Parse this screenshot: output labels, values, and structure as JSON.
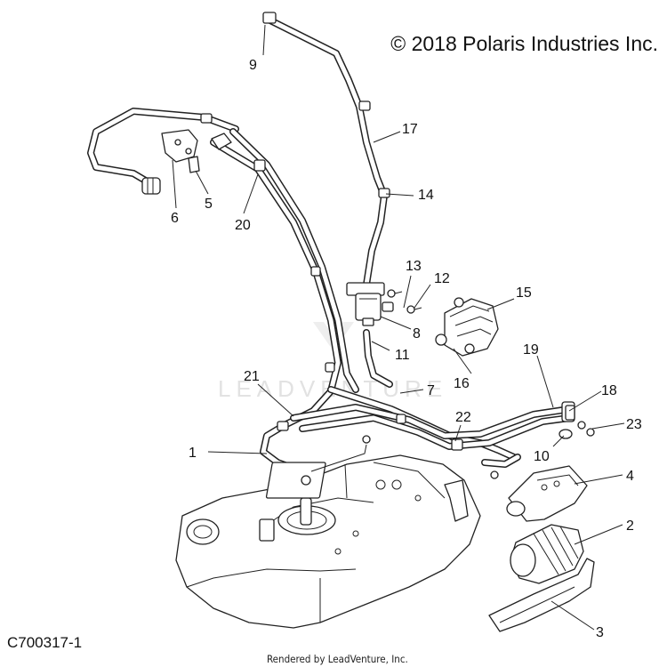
{
  "copyright": "© 2018 Polaris Industries Inc.",
  "diagram_id": "C700317-1",
  "rendered_by": "Rendered by LeadVenture, Inc.",
  "watermark": "LEADVENTURE",
  "callouts": {
    "c1": "1",
    "c2": "2",
    "c3": "3",
    "c4": "4",
    "c5": "5",
    "c6": "6",
    "c7": "7",
    "c8": "8",
    "c9": "9",
    "c10": "10",
    "c11": "11",
    "c12": "12",
    "c13": "13",
    "c14": "14",
    "c15": "15",
    "c16": "16",
    "c17": "17",
    "c18": "18",
    "c19": "19",
    "c20": "20",
    "c21": "21",
    "c22": "22",
    "c23": "23"
  }
}
